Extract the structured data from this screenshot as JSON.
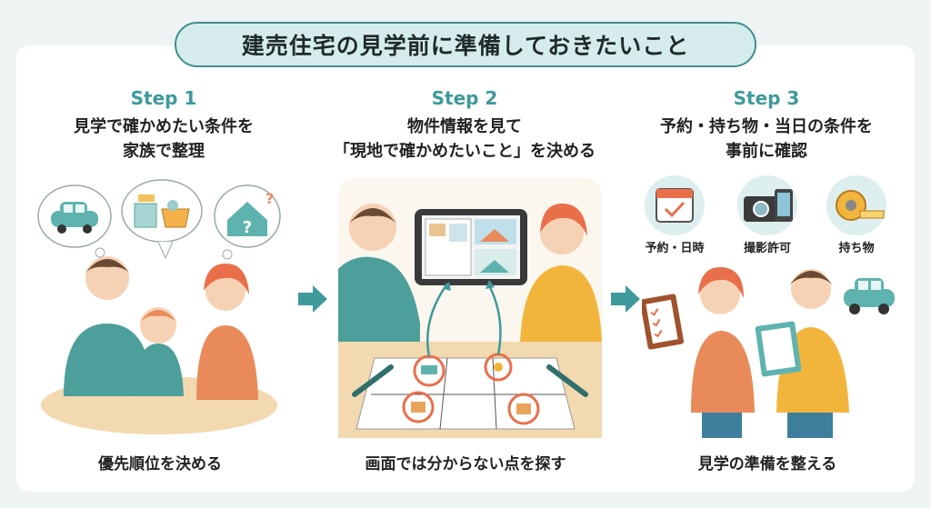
{
  "title": "建売住宅の見学前に準備しておきたいこと",
  "steps": [
    {
      "label": "Step 1",
      "desc_line1": "見学で確かめたい条件を",
      "desc_line2": "家族で整理",
      "caption": "優先順位を決める"
    },
    {
      "label": "Step 2",
      "desc_line1": "物件情報を見て",
      "desc_line2": "「現地で確かめたいこと」を決める",
      "caption": "画面では分からない点を探す"
    },
    {
      "label": "Step 3",
      "desc_line1": "予約・持ち物・当日の条件を",
      "desc_line2": "事前に確認",
      "caption": "見学の準備を整える"
    }
  ],
  "prep_items": [
    {
      "label": "予約・日時",
      "icon": "calendar-check-icon"
    },
    {
      "label": "撮影許可",
      "icon": "camera-phone-icon"
    },
    {
      "label": "持ち物",
      "icon": "tape-measure-icon"
    }
  ],
  "colors": {
    "accent": "#3e9a9a",
    "title_bg": "#d6ecec",
    "teal_shirt": "#4c9f9a",
    "orange_shirt": "#e98a5a",
    "yellow_shirt": "#f2b53c"
  }
}
